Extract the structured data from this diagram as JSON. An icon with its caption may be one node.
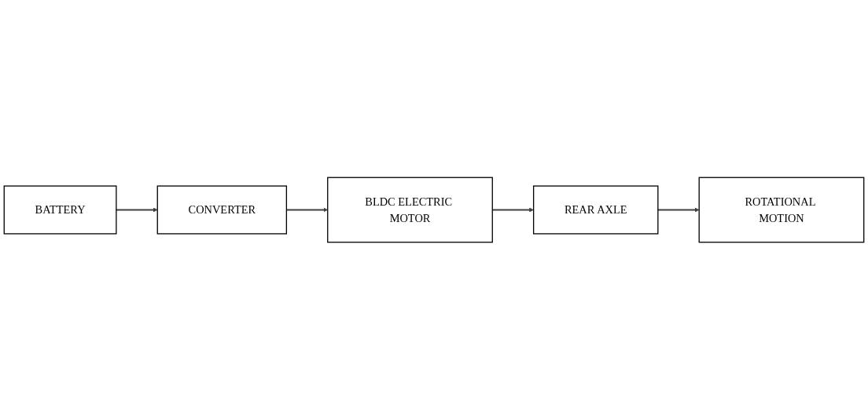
{
  "diagram": {
    "nodes": [
      {
        "text": [
          "CONVERTER"
        ]
      },
      {
        "text": [
          "BLDC ELECTRIC MOTOR"
        ]
      },
      {
        "text": [
          "REAR AXLE"
        ]
      },
      {
        "text": [
          "ROTATIONAL MOTION"
        ]
      },
      {
        "text": [
          "BATTERY"
        ]
      }
    ],
    "edges": [
      {
        "from": 0,
        "to": 1,
        "arrow": "to"
      },
      {
        "from": 1,
        "to": 2,
        "arrow": "to"
      },
      {
        "from": 2,
        "to": 3,
        "arrow": "to"
      },
      {
        "from": 4,
        "to": 0,
        "arrow": "to"
      }
    ]
  }
}
